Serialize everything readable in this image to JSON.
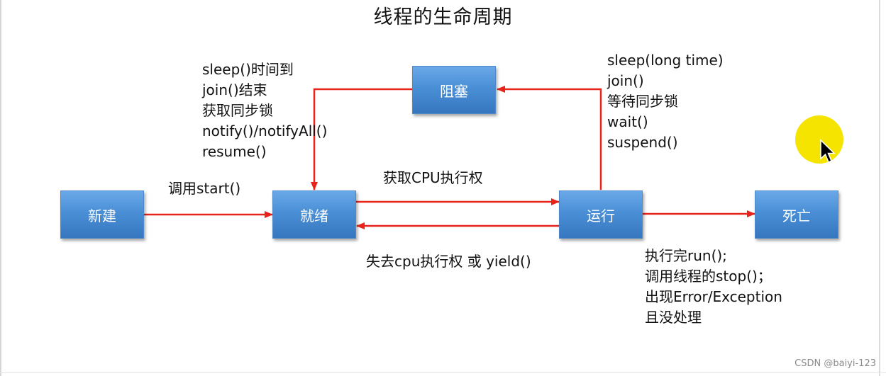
{
  "title": "线程的生命周期",
  "states": {
    "new": "新建",
    "ready": "就绪",
    "running": "运行",
    "blocked": "阻塞",
    "dead": "死亡"
  },
  "transitions": {
    "new_to_ready": "调用start()",
    "ready_to_running": "获取CPU执行权",
    "running_to_ready": "失去cpu执行权 或 yield()",
    "running_to_blocked": [
      "sleep(long time)",
      "join()",
      "等待同步锁",
      "wait()",
      "suspend()"
    ],
    "blocked_to_ready": [
      "sleep()时间到",
      "join()结束",
      "获取同步锁",
      "notify()/notifyAll()",
      "resume()"
    ],
    "running_to_dead": [
      "执行完run();",
      "调用线程的stop()；",
      "出现Error/Exception",
      "且没处理"
    ]
  },
  "colors": {
    "arrow": "#e8231a",
    "state_fill": "#4a8fd6",
    "state_text": "#ffffff",
    "pointer_highlight": "#f5e400"
  },
  "icons": {
    "pointer": "mouse-cursor-icon"
  },
  "watermark": "CSDN @baiyi-123"
}
